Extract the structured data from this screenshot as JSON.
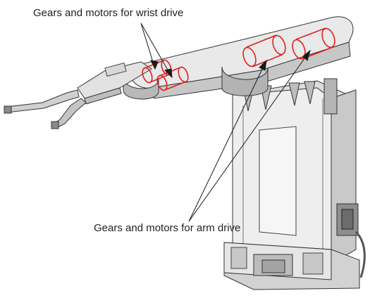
{
  "annotations": {
    "wrist_drive": "Gears and motors for wrist drive",
    "arm_drive": "Gears and motors for arm drive"
  },
  "colors": {
    "highlight": "#e02020",
    "line": "#1a1a1a",
    "body_light": "#e4e4e4",
    "body_mid": "#cfcfcf",
    "body_dark": "#a9a9a9",
    "background": "#ffffff"
  },
  "icons": {
    "highlight_shape": "cylinder-outline"
  }
}
